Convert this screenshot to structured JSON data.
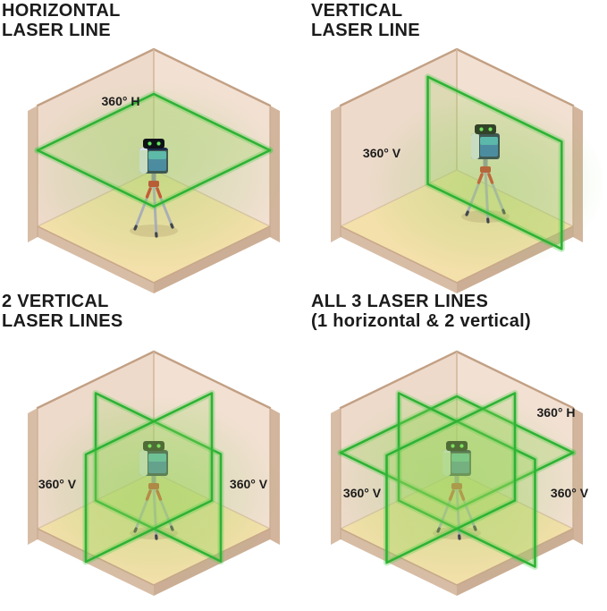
{
  "page": {
    "background": "#ffffff"
  },
  "colors": {
    "laser_green_line": "#2fb135",
    "laser_green_fill": "#9ed65e",
    "wall_left": "#eedacb",
    "wall_right": "#f2e0d2",
    "wall_edge_strip": "#d8bda6",
    "floor": "#f3e0aa",
    "title_text": "#1b1b1b"
  },
  "quadrants": [
    {
      "id": "horizontal-laser-line",
      "title_line1": "HORIZONTAL",
      "title_line2": "LASER LINE",
      "labels": {
        "h": "360° H"
      }
    },
    {
      "id": "vertical-laser-line",
      "title_line1": "VERTICAL",
      "title_line2": "LASER LINE",
      "labels": {
        "v": "360° V"
      }
    },
    {
      "id": "two-vertical-laser-lines",
      "title_line1": "2 VERTICAL",
      "title_line2": "LASER LINES",
      "labels": {
        "v_left": "360° V",
        "v_right": "360° V"
      }
    },
    {
      "id": "all-three-laser-lines",
      "title_line1": "ALL 3 LASER LINES",
      "title_line2": "(1 horizontal & 2 vertical)",
      "labels": {
        "h": "360° H",
        "v_left": "360° V",
        "v_right": "360° V"
      }
    }
  ]
}
